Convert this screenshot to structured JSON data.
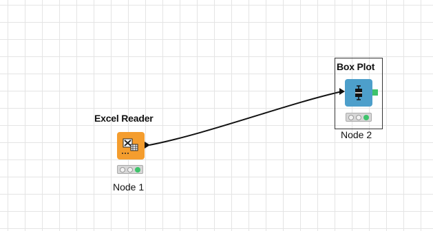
{
  "workflow": {
    "nodes": [
      {
        "title": "Excel Reader",
        "label": "Node 1",
        "icon": "excel-reader-icon",
        "category_color": "#f49d2e",
        "status": [
          "gray",
          "gray",
          "green"
        ]
      },
      {
        "title": "Box Plot",
        "label": "Node 2",
        "icon": "box-plot-icon",
        "category_color": "#4d9fcb",
        "status": [
          "gray",
          "gray",
          "green"
        ],
        "selected": true
      }
    ],
    "connections": [
      {
        "from": "Node 1",
        "to": "Node 2"
      }
    ]
  }
}
